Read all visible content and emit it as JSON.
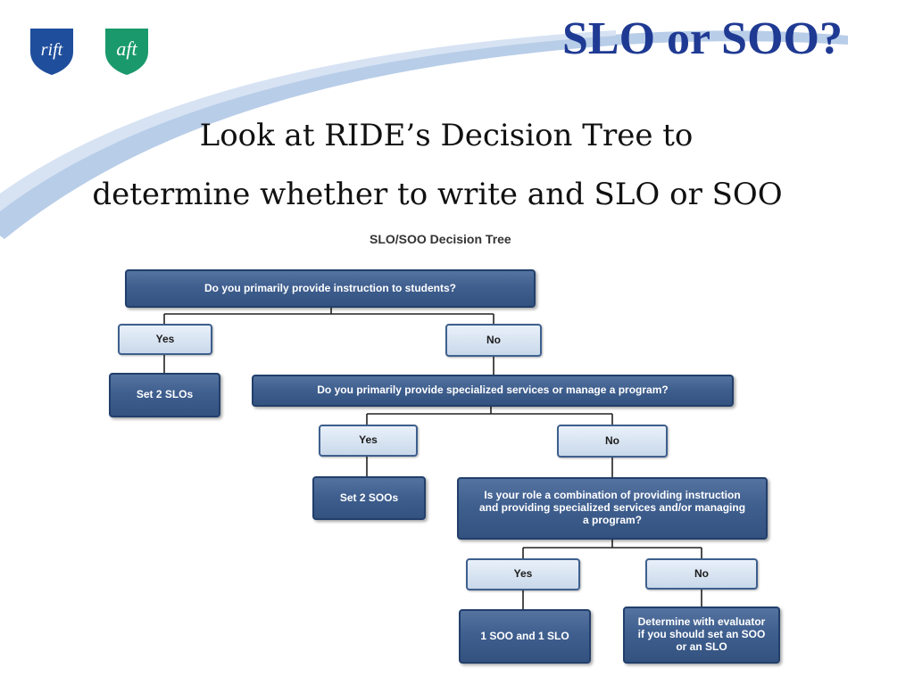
{
  "header": {
    "title": "SLO or SOO?",
    "subtitle_line1": "Look at RIDE’s Decision Tree to",
    "subtitle_line2": "determine whether to write and SLO or SOO"
  },
  "logos": {
    "left_text": "rift",
    "right_text": "aft",
    "left_color": "#1f4e9c",
    "right_color": "#1a9a6c"
  },
  "decision_tree": {
    "title": "SLO/SOO Decision Tree",
    "q1": "Do you primarily provide instruction to  students?",
    "q1_yes": "Yes",
    "q1_no": "No",
    "r1": "Set 2 SLOs",
    "q2": "Do you primarily provide specialized services or manage a program?",
    "q2_yes": "Yes",
    "q2_no": "No",
    "r2": "Set 2 SOOs",
    "q3": "Is your role a combination of providing instruction and providing specialized services and/or managing a program?",
    "q3_yes": "Yes",
    "q3_no": "No",
    "r3": "1 SOO and 1 SLO",
    "r4": "Determine with evaluator if you should set an SOO or an SLO"
  },
  "colors": {
    "title": "#1f3a93",
    "dark_box": "#3f5f8f",
    "light_box": "#d6e3f1",
    "swoosh": "#a9c3e3"
  }
}
